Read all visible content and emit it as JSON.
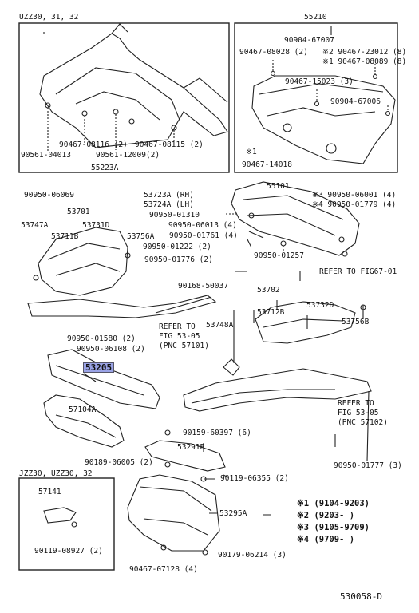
{
  "models": {
    "uzz": "UZZ30, 31, 32",
    "jzz": "JZZ30, UZZ30, 32"
  },
  "callouts": {
    "c55210": "55210",
    "c90904_67007": "90904-67007",
    "c90467_08028": "90467-08028 (2)",
    "c90467_23012": "※2 90467-23012 (8)",
    "c90467_08089": "※1 90467-08089 (8)",
    "c90467_15023": "90467-15023 (3)",
    "c90904_67006": "90904-67006",
    "c90467_14018": "90467-14018",
    "c90467_14018_mark": "※1",
    "c90467_08116": "90467-08116 (2)",
    "c90467_08115": "90467-08115 (2)",
    "c90561_04013": "90561-04013",
    "c90561_12009": "90561-12009(2)",
    "c55223A": "55223A",
    "c90950_06069": "90950-06069",
    "c53723A": "53723A (RH)",
    "c53724A": "53724A (LH)",
    "c55101": "55101",
    "c3_90950_06001": "※3 90950-06001 (4)",
    "c4_90950_01779": "※4 90950-01779 (4)",
    "c53701": "53701",
    "c90950_01310": "90950-01310",
    "c53747A": "53747A",
    "c53731D": "53731D",
    "c90950_06013": "90950-06013 (4)",
    "c53711B": "53711B",
    "c53756A": "53756A",
    "c90950_01761": "90950-01761 (4)",
    "c90950_01222": "90950-01222 (2)",
    "c90950_01257": "90950-01257",
    "c90950_01776": "90950-01776 (2)",
    "refer67": "REFER TO FIG67-01",
    "c90168_50037": "90168-50037",
    "c53702": "53702",
    "c53712B": "53712B",
    "c53732D": "53732D",
    "c53748A": "53748A",
    "c53756B": "53756B",
    "c90950_01580": "90950-01580 (2)",
    "c90950_06108": "90950-06108 (2)",
    "refer_left_1": "REFER TO",
    "refer_left_2": "FIG 53-05",
    "refer_left_3": "(PNC 57101)",
    "c53205": "53205",
    "c57104A": "57104A",
    "refer_right_1": "REFER TO",
    "refer_right_2": "FIG 53-05",
    "refer_right_3": "(PNC 57102)",
    "c90159_60397": "90159-60397 (6)",
    "c53291B": "53291B",
    "c90189_06005": "90189-06005 (2)",
    "c90119_06355": "90119-06355 (2)",
    "c90950_01777": "90950-01777 (3)",
    "c57141": "57141",
    "c90119_08927": "90119-08927 (2)",
    "c53295A": "53295A",
    "c90179_06214": "90179-06214 (3)",
    "c90467_07128": "90467-07128 (4)"
  },
  "notes": [
    "※1 (9104-9203)",
    "※2 (9203-     )",
    "※3 (9105-9709)",
    "※4 (9709-     )"
  ],
  "figure_id": "530058-D",
  "colors": {
    "highlight": "#9aa3e6",
    "ink": "#111111"
  }
}
